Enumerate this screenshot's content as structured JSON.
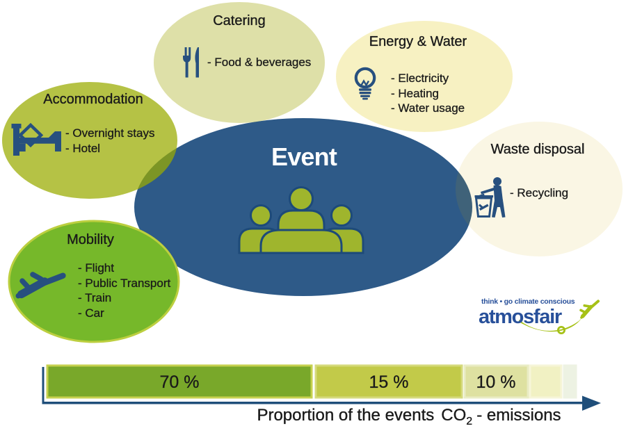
{
  "center": {
    "title": "Event",
    "fill": "#2e5a88",
    "people_color": "#9fb52d"
  },
  "bubbles": [
    {
      "id": "catering",
      "title": "Catering",
      "items": [
        "- Food & beverages"
      ],
      "icon": "fork-knife-icon",
      "fill": "rgb(173,178,38)"
    },
    {
      "id": "energy-water",
      "title": "Energy & Water",
      "items": [
        "- Electricity",
        "- Heating",
        "- Water usage"
      ],
      "icon": "light-bulb-icon",
      "fill": "rgb(222,197,0)"
    },
    {
      "id": "accommodation",
      "title": "Accommodation",
      "items": [
        "- Overnight stays",
        "- Hotel"
      ],
      "icon": "bed-icon",
      "fill": "rgb(154,172,0)"
    },
    {
      "id": "waste-disposal",
      "title": "Waste disposal",
      "items": [
        "- Recycling"
      ],
      "icon": "person-recycling-icon",
      "fill": "rgb(208,170,0)"
    },
    {
      "id": "mobility",
      "title": "Mobility",
      "items": [
        "- Flight",
        "- Public Transport",
        "- Train",
        "- Car"
      ],
      "icon": "airplane-icon",
      "fill": "#76b82a",
      "border": "#bccf3f"
    }
  ],
  "chart_data": {
    "type": "bar",
    "title": "Proportion of the events CO2 - emissions",
    "segments": [
      {
        "label": "70 %",
        "value": 70,
        "color": "#79a82a",
        "border": "#c6d14f",
        "category": "Mobility"
      },
      {
        "label": "15 %",
        "value": 15,
        "color": "#c2ca49",
        "border": "#d5da7c",
        "category": "Accommodation"
      },
      {
        "label": "10 %",
        "value": 10,
        "color": "#dee1a1",
        "border": "#e9ecc4",
        "category": "Catering"
      },
      {
        "label": "",
        "value": 3.5,
        "color": "#f1f1c3",
        "border": "#f6f5d8",
        "category": "Energy & Water"
      },
      {
        "label": "",
        "value": 1.5,
        "color": "#edf2e3",
        "border": "#edf2e3",
        "category": "Waste disposal"
      }
    ],
    "axis_color": "#1f4e7a"
  },
  "axis_label": {
    "text": "Proportion of the events",
    "co": "CO",
    "sub": "2",
    "post": "- emissions"
  },
  "logo": {
    "tagline": "think • go climate conscious",
    "brand": "atmosfair",
    "blue": "#28509a",
    "green": "#a6c117"
  }
}
